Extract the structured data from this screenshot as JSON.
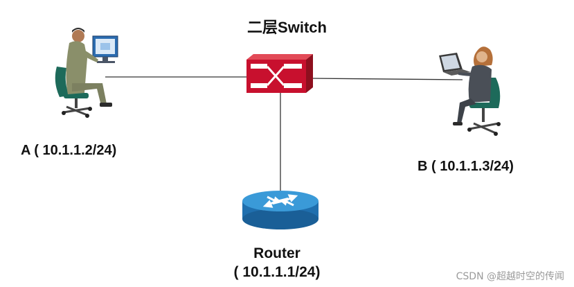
{
  "switch": {
    "title": "二层Switch"
  },
  "host_a": {
    "label": "A ( 10.1.1.2/24)"
  },
  "host_b": {
    "label": "B ( 10.1.1.3/24)"
  },
  "router": {
    "name": "Router",
    "ip": "( 10.1.1.1/24)"
  },
  "watermark": {
    "text": "CSDN @超越时空的传闻"
  },
  "colors": {
    "switch": "#c8102e",
    "router": "#2a87c9",
    "link": "#333333"
  },
  "icons": [
    "switch-icon",
    "router-icon",
    "man-at-computer-icon",
    "woman-at-laptop-icon"
  ]
}
